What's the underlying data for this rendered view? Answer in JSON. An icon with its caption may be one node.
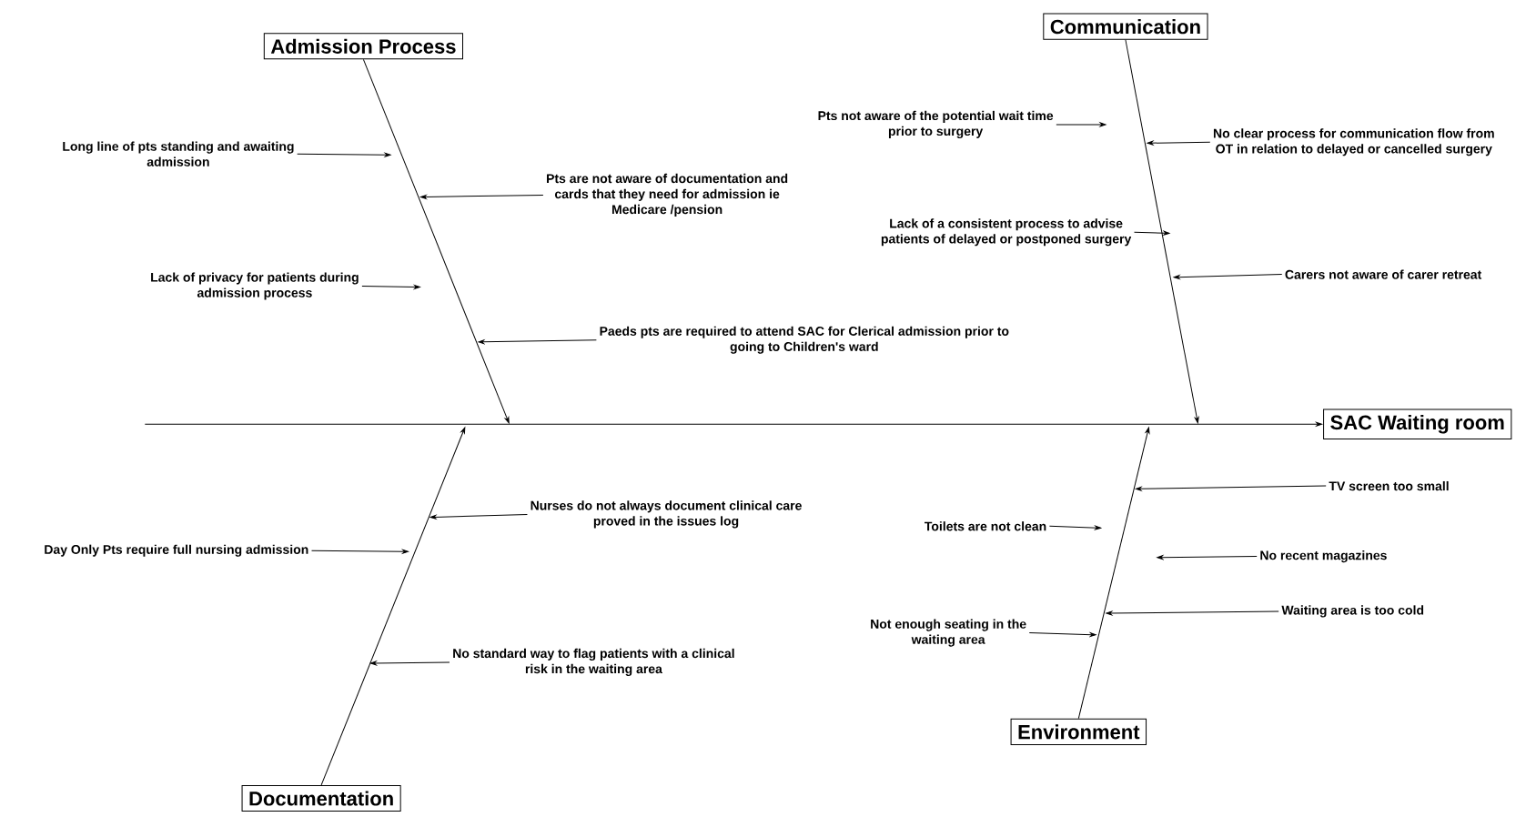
{
  "diagram": {
    "nodes": [
      {
        "text": [
          "Admission Process"
        ]
      },
      {
        "text": [
          "Communication"
        ]
      },
      {
        "text": [
          "SAC Waiting room"
        ]
      },
      {
        "text": [
          "Documentation"
        ]
      },
      {
        "text": [
          "Environment"
        ]
      },
      {
        "text": [
          "Long line of pts standing and awaiting admission"
        ]
      },
      {
        "text": [
          "Pts are not aware of documentation and cards that they need for admission ie Medicare /pension"
        ]
      },
      {
        "text": [
          "Lack of privacy for patients during admission process"
        ]
      },
      {
        "text": [
          "Paeds pts are required to attend SAC for Clerical admission prior to going to Children's ward"
        ]
      },
      {
        "text": [
          "Pts not aware of the potential wait time prior to surgery"
        ]
      },
      {
        "text": [
          "No clear process for communication flow from OT in relation to delayed or cancelled surgery"
        ]
      },
      {
        "text": [
          "Lack of a consistent process to advise patients of delayed or postponed surgery"
        ]
      },
      {
        "text": [
          "Carers not aware of carer retreat"
        ]
      },
      {
        "text": [
          "Nurses do not always document clinical care proved in the issues log"
        ]
      },
      {
        "text": [
          "Day Only Pts require full nursing admission"
        ]
      },
      {
        "text": [
          "No standard way to flag patients with a clinical risk in the waiting area"
        ]
      },
      {
        "text": [
          "TV screen too small"
        ]
      },
      {
        "text": [
          "Toilets are not clean"
        ]
      },
      {
        "text": [
          "No recent magazines"
        ]
      },
      {
        "text": [
          "Waiting area is too cold"
        ]
      },
      {
        "text": [
          "Not enough seating in the waiting area"
        ]
      }
    ],
    "edges": [
      {
        "from": null,
        "to": 2,
        "arrow": "to"
      },
      {
        "from": 0,
        "to": null,
        "arrow": "to"
      },
      {
        "from": 1,
        "to": null,
        "arrow": "to"
      },
      {
        "from": 3,
        "to": null,
        "arrow": "to"
      },
      {
        "from": 4,
        "to": null,
        "arrow": "to"
      },
      {
        "from": 5,
        "to": null,
        "arrow": "to"
      },
      {
        "from": 6,
        "to": null,
        "arrow": "to"
      },
      {
        "from": 7,
        "to": null,
        "arrow": "to"
      },
      {
        "from": 8,
        "to": null,
        "arrow": "to"
      },
      {
        "from": 9,
        "to": null,
        "arrow": "to"
      },
      {
        "from": 10,
        "to": null,
        "arrow": "to"
      },
      {
        "from": 11,
        "to": null,
        "arrow": "to"
      },
      {
        "from": 12,
        "to": null,
        "arrow": "to"
      },
      {
        "from": 13,
        "to": null,
        "arrow": "to"
      },
      {
        "from": 14,
        "to": null,
        "arrow": "to"
      },
      {
        "from": 15,
        "to": null,
        "arrow": "to"
      },
      {
        "from": 16,
        "to": null,
        "arrow": "to"
      },
      {
        "from": 17,
        "to": null,
        "arrow": "to"
      },
      {
        "from": 18,
        "to": null,
        "arrow": "to"
      },
      {
        "from": 19,
        "to": null,
        "arrow": "to"
      },
      {
        "from": 20,
        "to": null,
        "arrow": "to"
      }
    ]
  }
}
